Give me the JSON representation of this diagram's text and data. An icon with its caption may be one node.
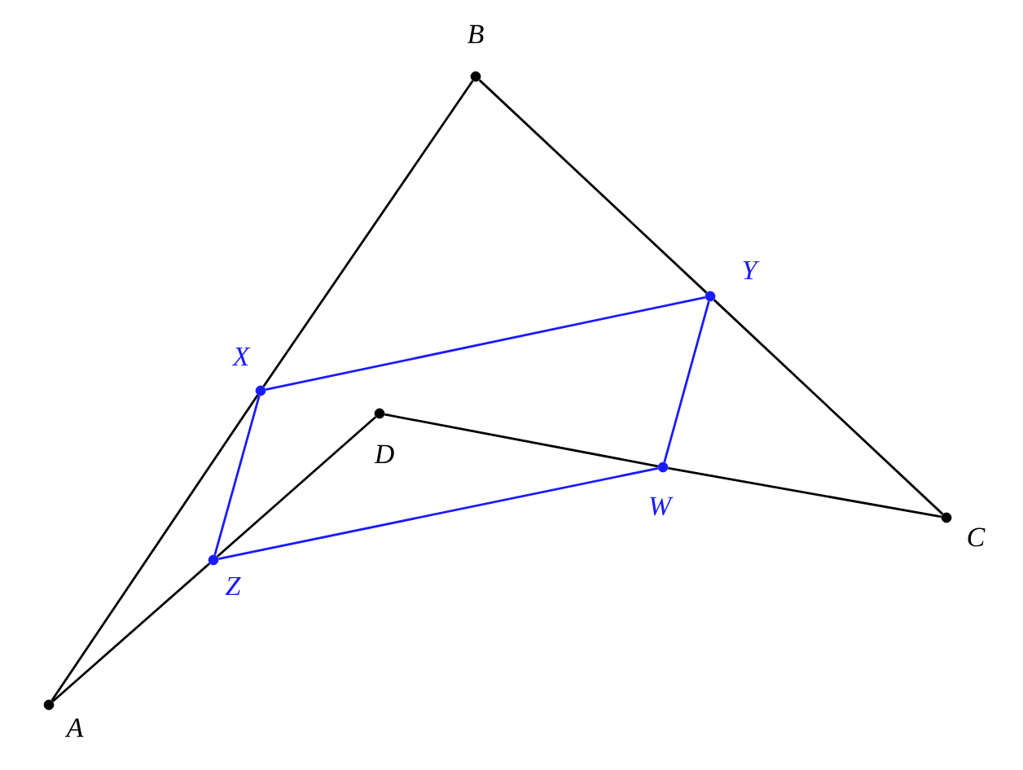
{
  "diagram": {
    "nodes": [
      {
        "text": [],
        "shape": "circle",
        "beside": [
          "A"
        ]
      },
      {
        "text": [],
        "shape": "circle",
        "beside": [
          "B"
        ]
      },
      {
        "text": [],
        "shape": "circle",
        "beside": [
          "C"
        ]
      },
      {
        "text": [],
        "shape": "circle",
        "beside": [
          "D"
        ]
      },
      {
        "text": [],
        "shape": "circle",
        "beside": [
          "X"
        ]
      },
      {
        "text": [],
        "shape": "circle",
        "beside": [
          "Y"
        ]
      },
      {
        "text": [],
        "shape": "circle",
        "beside": [
          "W"
        ]
      },
      {
        "text": [],
        "shape": "circle",
        "beside": [
          "Z"
        ]
      }
    ],
    "edges": [
      {
        "from": 0,
        "to": 4,
        "arrow": "none"
      },
      {
        "from": 4,
        "to": 1,
        "arrow": "none"
      },
      {
        "from": 1,
        "to": 5,
        "arrow": "none"
      },
      {
        "from": 5,
        "to": 2,
        "arrow": "none"
      },
      {
        "from": 2,
        "to": 6,
        "arrow": "none"
      },
      {
        "from": 6,
        "to": 3,
        "arrow": "none"
      },
      {
        "from": 3,
        "to": 7,
        "arrow": "none"
      },
      {
        "from": 7,
        "to": 0,
        "arrow": "none"
      },
      {
        "from": 4,
        "to": 5,
        "arrow": "none",
        "color": "#1a1aff"
      },
      {
        "from": 5,
        "to": 6,
        "arrow": "none",
        "color": "#1a1aff"
      },
      {
        "from": 6,
        "to": 7,
        "arrow": "none",
        "color": "#1a1aff"
      },
      {
        "from": 7,
        "to": 4,
        "arrow": "none",
        "color": "#1a1aff"
      }
    ]
  }
}
